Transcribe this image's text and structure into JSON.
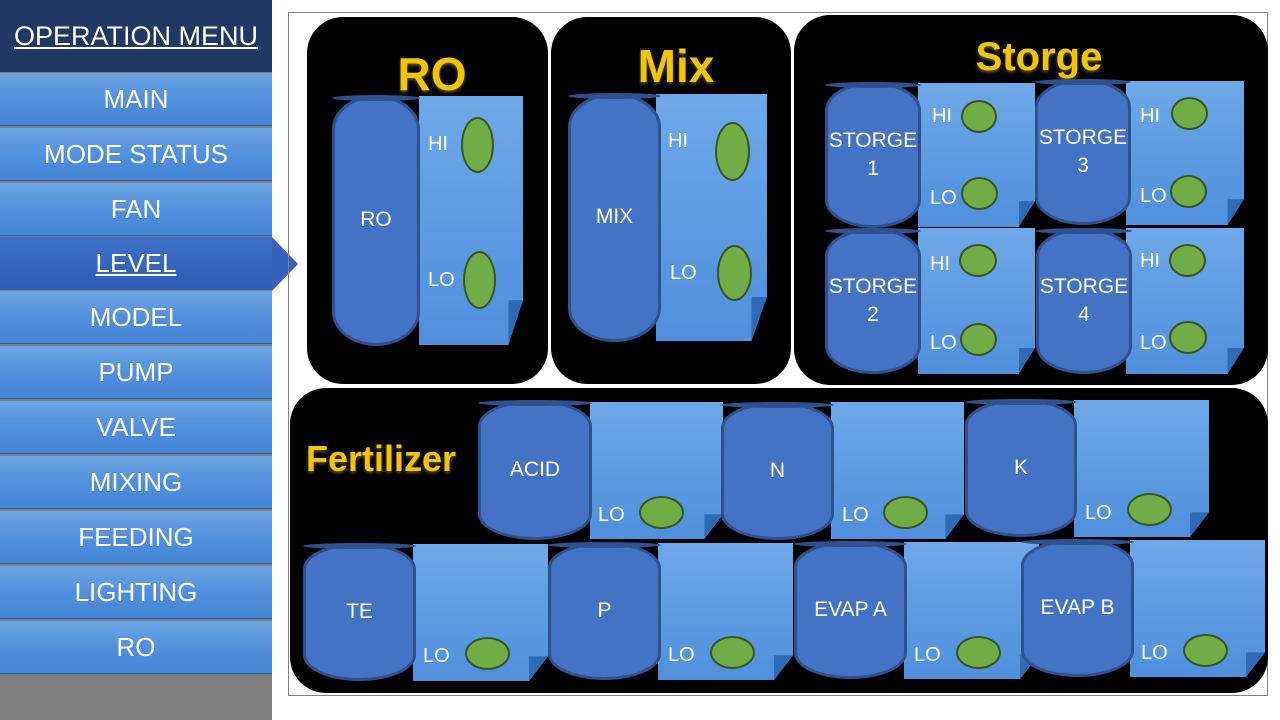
{
  "sidebar": {
    "header": "OPERATION MENU",
    "items": [
      {
        "label": "MAIN"
      },
      {
        "label": "MODE STATUS"
      },
      {
        "label": "FAN"
      },
      {
        "label": "LEVEL",
        "active": true
      },
      {
        "label": "MODEL"
      },
      {
        "label": "PUMP"
      },
      {
        "label": "VALVE"
      },
      {
        "label": "MIXING"
      },
      {
        "label": "FEEDING"
      },
      {
        "label": "LIGHTING"
      },
      {
        "label": "RO"
      }
    ]
  },
  "colors": {
    "header_bg": "#1f3864",
    "menu_item": "#5b9bd5",
    "menu_active": "#3562bd",
    "panel_bg": "#000000",
    "title": "#f5c400",
    "tank": "#4472c4",
    "indicator_on": "#70ad47"
  },
  "panels": {
    "ro": {
      "title": "RO",
      "tank": {
        "label": "RO",
        "hi": "HI",
        "lo": "LO"
      }
    },
    "mix": {
      "title": "Mix",
      "tank": {
        "label": "MIX",
        "hi": "HI",
        "lo": "LO"
      }
    },
    "storage": {
      "title": "Storge",
      "tanks": [
        {
          "line1": "STORGE",
          "line2": "1",
          "hi": "HI",
          "lo": "LO"
        },
        {
          "line1": "STORGE",
          "line2": "3",
          "hi": "HI",
          "lo": "LO"
        },
        {
          "line1": "STORGE",
          "line2": "2",
          "hi": "HI",
          "lo": "LO"
        },
        {
          "line1": "STORGE",
          "line2": "4",
          "hi": "HI",
          "lo": "LO"
        }
      ]
    },
    "fertilizer": {
      "title": "Fertilizer",
      "tanks": [
        {
          "label": "ACID",
          "lo": "LO"
        },
        {
          "label": "N",
          "lo": "LO"
        },
        {
          "label": "K",
          "lo": "LO"
        },
        {
          "label": "TE",
          "lo": "LO"
        },
        {
          "label": "P",
          "lo": "LO"
        },
        {
          "label": "EVAP A",
          "lo": "LO"
        },
        {
          "label": "EVAP B",
          "lo": "LO"
        }
      ]
    }
  }
}
